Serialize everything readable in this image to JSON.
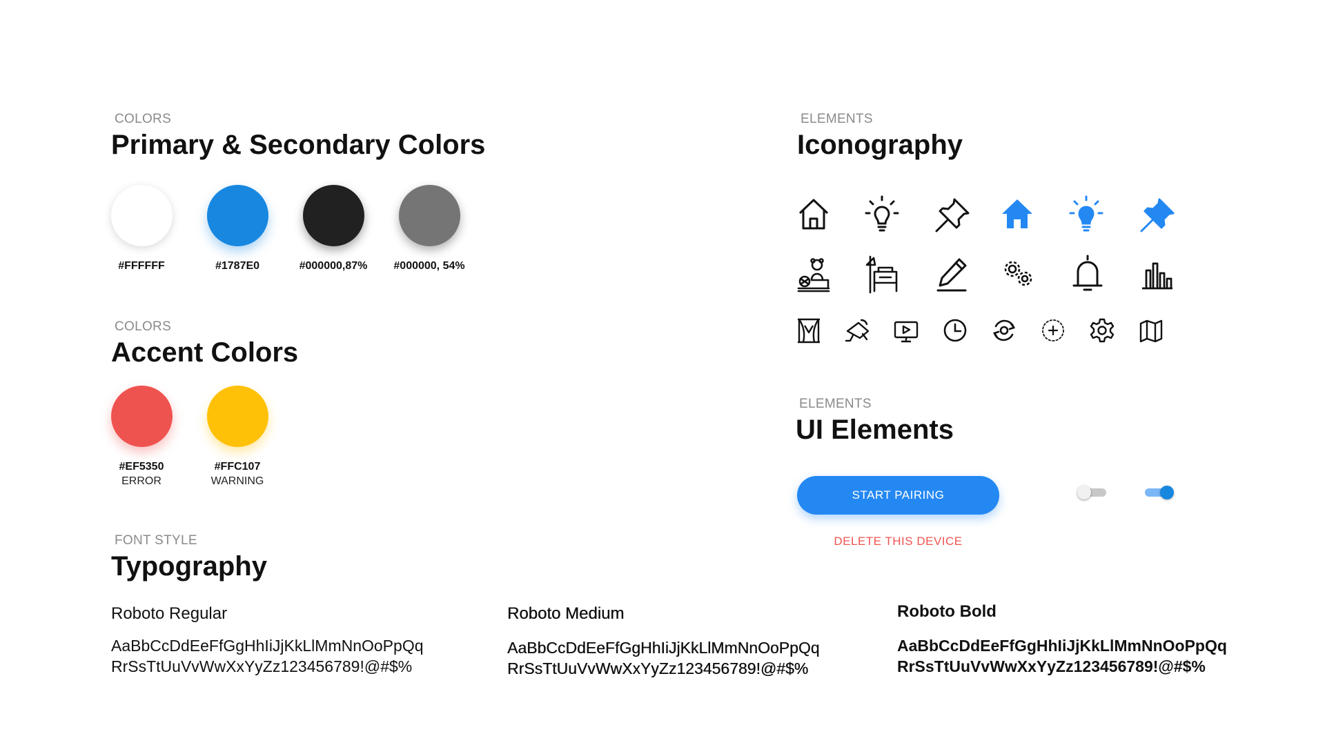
{
  "colors_section": {
    "eyebrow": "COLORS",
    "title": "Primary & Secondary Colors",
    "swatches": [
      {
        "label": "#FFFFFF",
        "color": "#FFFFFF"
      },
      {
        "label": "#1787E0",
        "color": "#1787E0"
      },
      {
        "label": "#000000,87%",
        "color": "#212121"
      },
      {
        "label": "#000000, 54%",
        "color": "#757575"
      }
    ]
  },
  "accent_section": {
    "eyebrow": "COLORS",
    "title": "Accent Colors",
    "swatches": [
      {
        "label": "#EF5350",
        "sublabel": "ERROR",
        "color": "#EF5350"
      },
      {
        "label": "#FFC107",
        "sublabel": "WARNING",
        "color": "#FFC107"
      }
    ]
  },
  "typography_section": {
    "eyebrow": "FONT STYLE",
    "title": "Typography",
    "fonts": [
      {
        "name": "Roboto Regular",
        "line1": "AaBbCcDdEeFfGgHhIiJjKkLlMmNnOoPpQq",
        "line2": "RrSsTtUuVvWwXxYyZz123456789!@#$%"
      },
      {
        "name": "Roboto Medium",
        "line1": "AaBbCcDdEeFfGgHhIiJjKkLlMmNnOoPpQq",
        "line2": "RrSsTtUuVvWwXxYyZz123456789!@#$%"
      },
      {
        "name": "Roboto Bold",
        "line1": "AaBbCcDdEeFfGgHhIiJjKkLlMmNnOoPpQq",
        "line2": "RrSsTtUuVvWwXxYyZz123456789!@#$%"
      }
    ]
  },
  "iconography_section": {
    "eyebrow": "ELEMENTS",
    "title": "Iconography",
    "icons": [
      "home-outline-icon",
      "lightbulb-outline-icon",
      "pushpin-outline-icon",
      "home-filled-icon",
      "lightbulb-filled-icon",
      "pushpin-filled-icon",
      "kids-room-icon",
      "bedroom-icon",
      "pencil-icon",
      "gears-icon",
      "bell-icon",
      "city-buildings-icon",
      "curtains-icon",
      "security-camera-icon",
      "tv-play-icon",
      "clock-icon",
      "refresh-target-icon",
      "add-circle-dashed-icon",
      "settings-gear-icon",
      "map-icon"
    ],
    "accent_color": "#2488F3"
  },
  "ui_elements_section": {
    "eyebrow": "ELEMENTS",
    "title": "UI Elements",
    "primary_button": "START PAIRING",
    "text_button": "DELETE THIS DEVICE",
    "toggle_off": false,
    "toggle_on": true,
    "primary_color": "#2488F3",
    "error_color": "#EF5350"
  }
}
